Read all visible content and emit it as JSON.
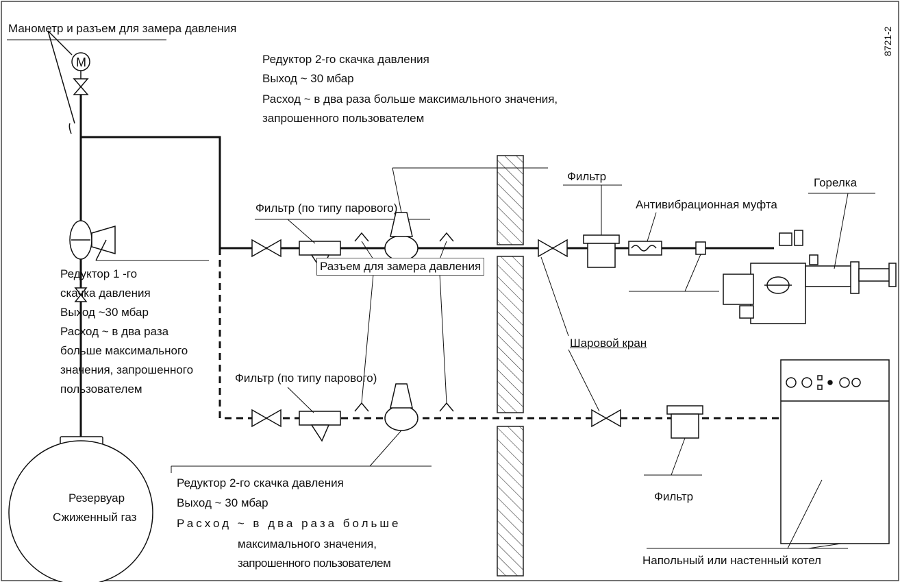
{
  "figure_id": "8721-2",
  "labels": {
    "manometer": "Манометр и разъем для замера давления",
    "reducer2_top": [
      "Редуктор 2-го скачка давления",
      "Выход ~ 30 мбар",
      "Расход ~ в два раза больше максимального значения,",
      "запрошенного пользователем"
    ],
    "filter_top": "Фильтр (по типу парового)",
    "reducer1": [
      "Редуктор 1 -го",
      "скачка давления",
      "Выход ~30 мбар",
      "Расход ~ в два раза",
      "больше максимального",
      "значения, запрошенного",
      "пользователем"
    ],
    "pressure_port": "Разъем для замера давления",
    "filter_bottom": "Фильтр (по типу парового)",
    "reducer2_bottom": [
      "Редуктор 2-го скачка давления",
      "Выход ~ 30 мбар",
      "Расход ~ в два раза больше",
      "максимального значения,",
      "запрошенного пользователем"
    ],
    "tank": [
      "Резервуар",
      "Сжиженный газ"
    ],
    "filter_right_top": "Фильтр",
    "antivibration": "Антивибрационная муфта",
    "burner": "Горелка",
    "ball_valve": "Шаровой кран",
    "filter_right_bottom": "Фильтр",
    "boiler": "Напольный или настенный котел"
  }
}
